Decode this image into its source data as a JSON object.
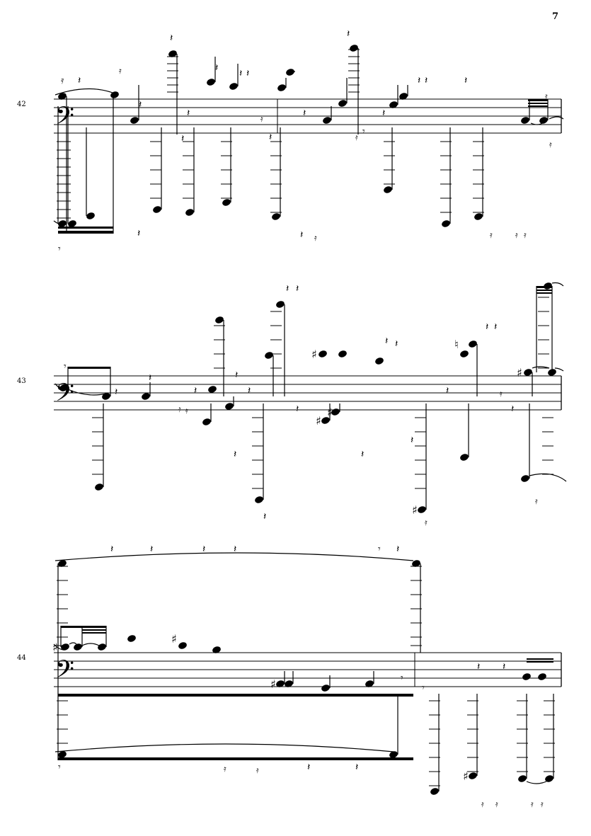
{
  "page": {
    "number": "7"
  },
  "systems": [
    {
      "measure": "42"
    },
    {
      "measure": "43"
    },
    {
      "measure": "44"
    }
  ],
  "glyphs": {
    "clef": "𝄢",
    "rest_quarter": "𝄽",
    "rest_eighth": "𝄾",
    "rest_sixteenth": "𝄿",
    "sharp": "♯",
    "natural": "♮"
  }
}
